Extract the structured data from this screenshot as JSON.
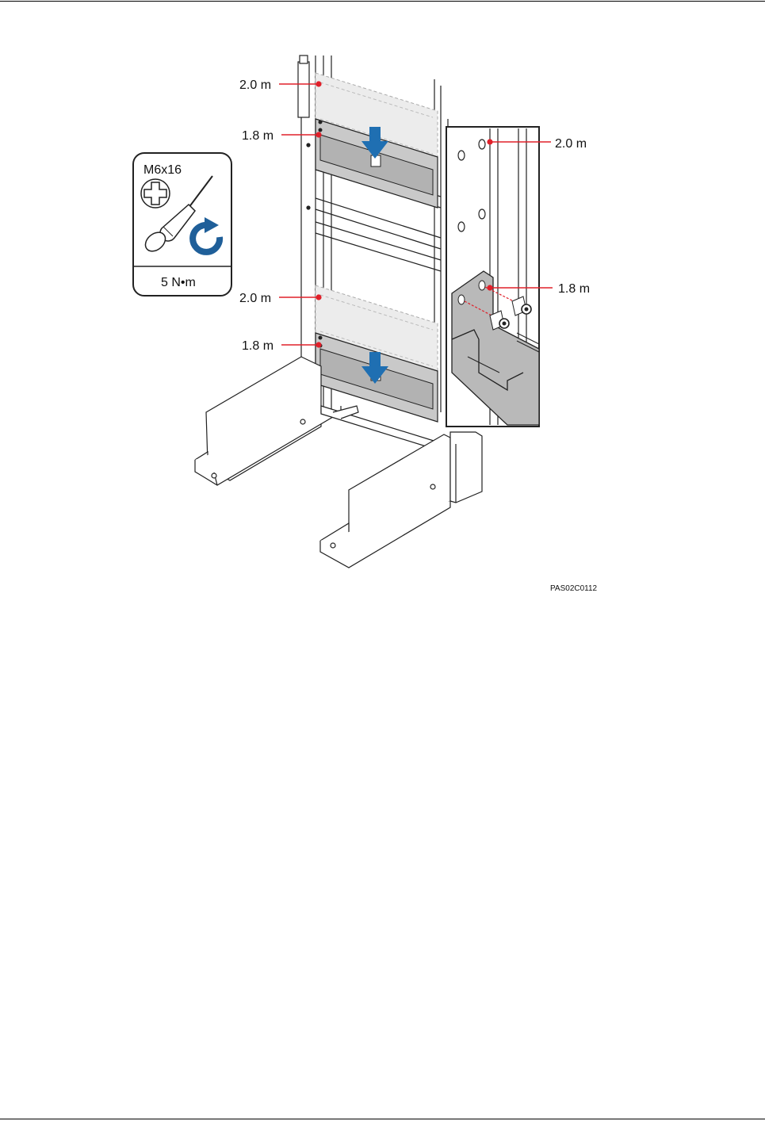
{
  "tool_card": {
    "screw_spec": "M6x16",
    "torque": "5 N•m",
    "icons": [
      "phillips-head-icon",
      "screwdriver-icon",
      "clockwise-rotate-icon"
    ]
  },
  "labels": {
    "upper_2_0": "2.0 m",
    "upper_1_8": "1.8 m",
    "lower_2_0": "2.0 m",
    "lower_1_8": "1.8 m",
    "detail_2_0": "2.0 m",
    "detail_1_8": "1.8 m"
  },
  "figure_id": "PAS02C0112",
  "colors": {
    "leader_line": "#e0202a",
    "arrow": "#1f6fb2",
    "bracket_fill": "#b9b9b9",
    "ghost_rail": "#e6e6e6"
  }
}
